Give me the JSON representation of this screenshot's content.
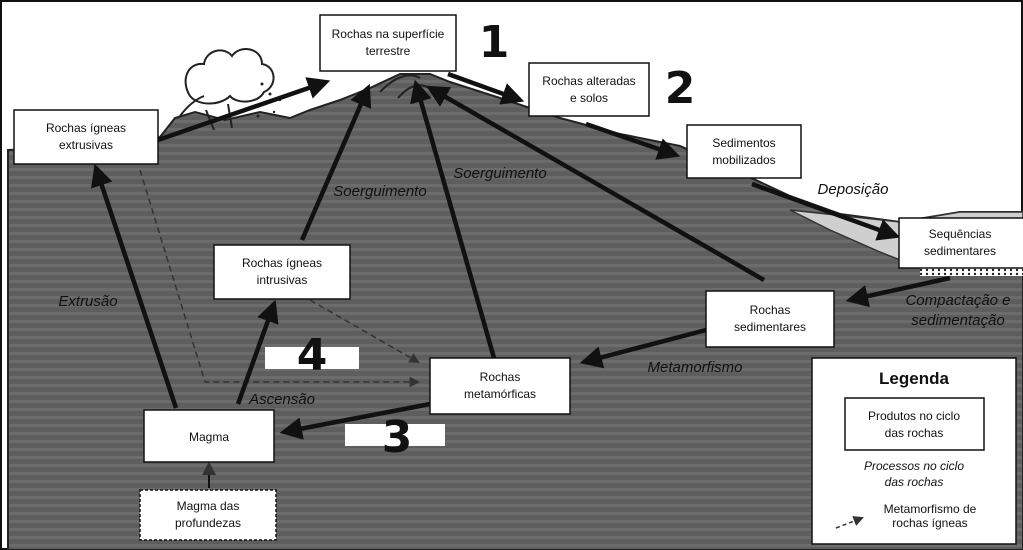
{
  "boxes": {
    "surface": "Rochas na superfície|terrestre",
    "altered": "Rochas alteradas|e solos",
    "sediments": "Sedimentos|mobilizados",
    "sequences": "Sequências|sedimentares",
    "extrusive": "Rochas ígneas|extrusivas",
    "intrusive": "Rochas ígneas|intrusivas",
    "sedimentary": "Rochas|sedimentares",
    "metamorphic": "Rochas|metamórficas",
    "magma": "Magma",
    "deep_magma": "Magma das|profundezas"
  },
  "processes": {
    "uplift_left": "Soerguimento",
    "uplift_right": "Soerguimento",
    "deposition": "Deposição",
    "compaction": "Compactação e|sedimentação",
    "metamorphism": "Metamorfismo",
    "extrusion": "Extrusão",
    "ascension": "Ascensão"
  },
  "numbers": {
    "n1": "1",
    "n2": "2",
    "n3": "3",
    "n4": "4"
  },
  "legend": {
    "title": "Legenda",
    "products": "Produtos no ciclo|das rochas",
    "processes": "Processos no ciclo|das rochas",
    "metamorphism_igneous": "Metamorfismo de|rochas ígneas"
  },
  "colors": {
    "ground": "#606060",
    "ground_stripe": "#6e6e6e",
    "sky": "#ffffff",
    "box_fill": "#ffffff",
    "stroke": "#111111",
    "sediment_layer": "#c9c9c9"
  }
}
